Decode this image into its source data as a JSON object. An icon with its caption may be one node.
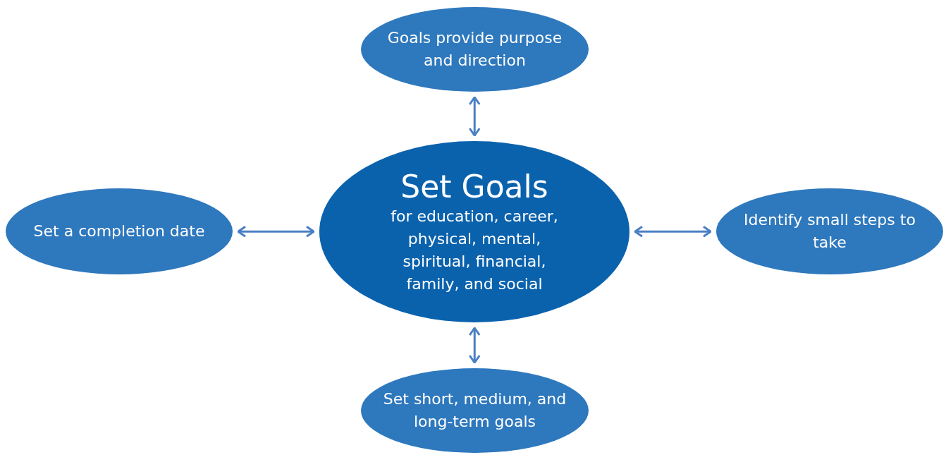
{
  "diagram": {
    "nodes": [
      {
        "text": [
          "Goals provide purpose and direction"
        ]
      },
      {
        "text": [
          "Set a completion date"
        ]
      },
      {
        "text": [
          "Set Goals",
          "for education, career, physical, mental, spiritual, financial, family, and social"
        ]
      },
      {
        "text": [
          "Identify small steps to take"
        ]
      },
      {
        "text": [
          "Set short, medium, and long-term goals"
        ]
      }
    ],
    "edges": [
      {
        "from": 2,
        "to": 0,
        "arrow": "both"
      },
      {
        "from": 1,
        "to": 2,
        "arrow": "both"
      },
      {
        "from": 2,
        "to": 3,
        "arrow": "both"
      },
      {
        "from": 2,
        "to": 4,
        "arrow": "both"
      }
    ]
  }
}
